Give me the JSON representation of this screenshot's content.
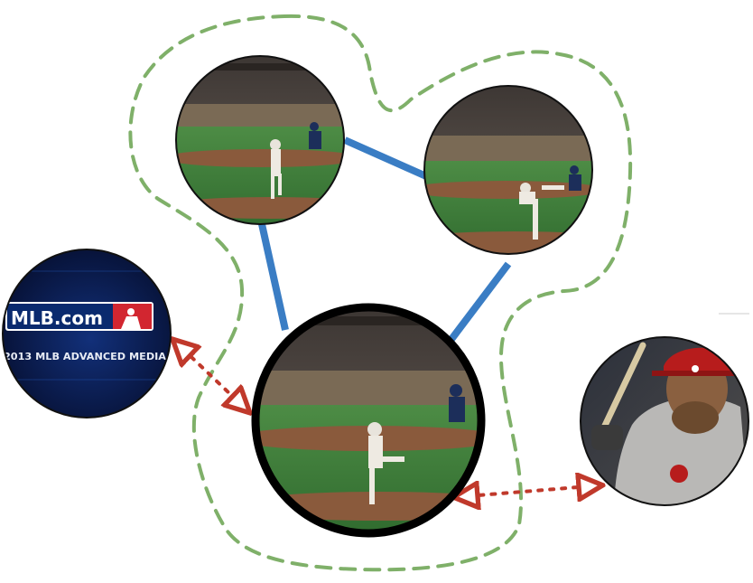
{
  "diagram": {
    "logo_text": "MLB.com",
    "copyright_text": "2013 MLB ADVANCED MEDIA",
    "nodes": [
      {
        "id": "pitch-frame-a",
        "kind": "pitcher-frame"
      },
      {
        "id": "pitch-frame-b",
        "kind": "pitcher-frame"
      },
      {
        "id": "pitch-frame-center",
        "kind": "pitcher-frame",
        "highlighted": true
      },
      {
        "id": "mlb-logo-frame",
        "kind": "logo-frame"
      },
      {
        "id": "batter-frame",
        "kind": "batter-frame"
      }
    ],
    "solid_links": [
      [
        "pitch-frame-a",
        "pitch-frame-b"
      ],
      [
        "pitch-frame-a",
        "pitch-frame-center"
      ],
      [
        "pitch-frame-b",
        "pitch-frame-center"
      ]
    ],
    "dotted_links": [
      [
        "mlb-logo-frame",
        "pitch-frame-center"
      ],
      [
        "batter-frame",
        "pitch-frame-center"
      ]
    ],
    "cluster": [
      "pitch-frame-a",
      "pitch-frame-b",
      "pitch-frame-center"
    ]
  },
  "colors": {
    "solid_edge": "#3a7dc4",
    "dotted_edge": "#c0392b",
    "cluster_outline": "#7fb069",
    "highlight_ring": "#000000",
    "grass": "#3f7f3a",
    "dirt": "#8a5a3c",
    "crowd": "#5a5048",
    "logo_bg": "#0a1a4a",
    "logo_red": "#d22630"
  }
}
